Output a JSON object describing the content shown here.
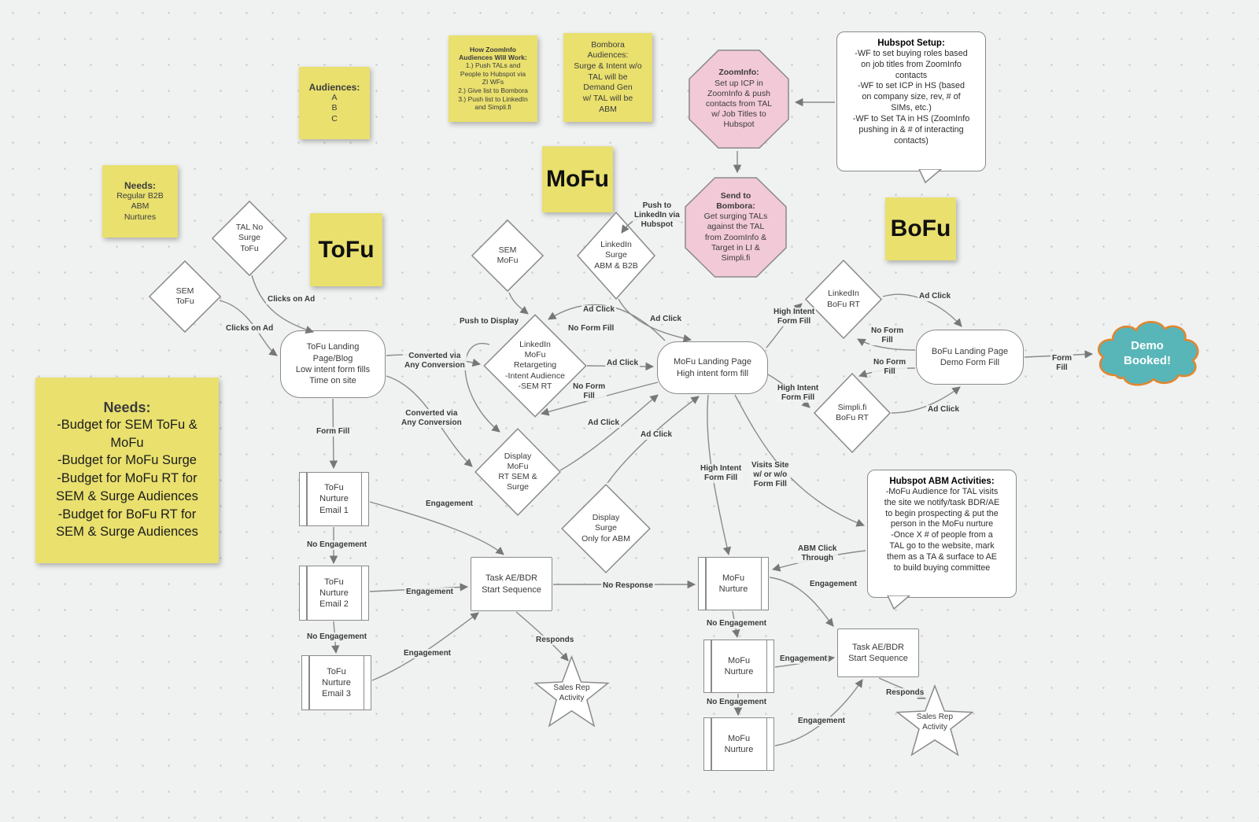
{
  "sticky_notes": {
    "audiences": {
      "title": "Audiences:",
      "body": "A\nB\nC"
    },
    "how_zoominfo": {
      "title": "How ZoomInfo\nAudiences Will Work:",
      "body": "1.) Push TALs and\nPeople to Hubspot via\nZI WFs\n2.) Give list to Bombora\n3.) Push list to LinkedIn\nand Simpli.fi"
    },
    "bombora_audiences": {
      "body": "Bombora\nAudiences:\nSurge & Intent w/o\nTAL will be\nDemand Gen\nw/ TAL will be\nABM"
    },
    "needs_small": {
      "title": "Needs:",
      "body": "Regular B2B\nABM\nNurtures"
    },
    "tofu": {
      "label": "ToFu"
    },
    "mofu": {
      "label": "MoFu"
    },
    "bofu": {
      "label": "BoFu"
    },
    "needs_big": {
      "title": "Needs:",
      "body": "-Budget for SEM ToFu &\nMoFu\n-Budget for MoFu Surge\n-Budget for MoFu RT for\nSEM & Surge Audiences\n-Budget for BoFu RT for\nSEM & Surge Audiences"
    }
  },
  "octagons": {
    "zoominfo": {
      "title": "ZoomInfo:",
      "body": "Set up ICP in\nZoomInfo & push\ncontacts from TAL\nw/ Job Titles to\nHubspot"
    },
    "send_to_bombora": {
      "title": "Send to\nBombora:",
      "body": "Get surging TALs\nagainst the TAL\nfrom ZoomInfo &\nTarget in LI &\nSimpli.fi"
    }
  },
  "callouts": {
    "hubspot_setup": {
      "title": "Hubspot Setup:",
      "body": "-WF to set buying roles based\non job titles from ZoomInfo\ncontacts\n-WF to set ICP in HS (based\non company size, rev, # of\nSIMs, etc.)\n-WF to Set TA in HS (ZoomInfo\npushing in & # of interacting\ncontacts)"
    },
    "hubspot_abm": {
      "title": "Hubspot ABM Activities:",
      "body": "-MoFu Audience for TAL visits\nthe site we notify/task BDR/AE\nto begin prospecting & put the\nperson in the MoFu nurture\n-Once X # of people from a\nTAL go to the website, mark\nthem as a TA & surface to AE\nto build buying committee"
    }
  },
  "diamonds": {
    "tal_no_surge_tofu": {
      "label": "TAL No\nSurge\nToFu"
    },
    "sem_tofu": {
      "label": "SEM\nToFu"
    },
    "sem_mofu": {
      "label": "SEM\nMoFu"
    },
    "linkedin_surge": {
      "label": "LinkedIn\nSurge\nABM & B2B"
    },
    "linkedin_mofu_retargeting": {
      "label": "LinkedIn\nMoFu\nRetargeting\n-Intent Audience\n-SEM RT"
    },
    "display_mofu_rt": {
      "label": "Display\nMoFu\nRT SEM &\nSurge"
    },
    "display_surge": {
      "label": "Display\nSurge\nOnly for ABM"
    },
    "linkedin_bofu_rt": {
      "label": "LinkedIn\nBoFu RT"
    },
    "simplifi_bofu_rt": {
      "label": "Simpli.fi\nBoFu RT"
    }
  },
  "terminators": {
    "tofu_landing": {
      "label": "ToFu Landing\nPage/Blog\nLow intent form fills\nTime on site"
    },
    "mofu_landing": {
      "label": "MoFu Landing Page\nHigh intent form fill"
    },
    "bofu_landing": {
      "label": "BoFu Landing Page\nDemo Form Fill"
    }
  },
  "processes": {
    "tofu_nurture_1": {
      "label": "ToFu\nNurture\nEmail 1"
    },
    "tofu_nurture_2": {
      "label": "ToFu\nNurture\nEmail 2"
    },
    "tofu_nurture_3": {
      "label": "ToFu\nNurture\nEmail 3"
    },
    "mofu_nurture_1": {
      "label": "MoFu\nNurture"
    },
    "mofu_nurture_2": {
      "label": "MoFu\nNurture"
    },
    "mofu_nurture_3": {
      "label": "MoFu\nNurture"
    },
    "task_ae_bdr_1": {
      "label": "Task AE/BDR\nStart Sequence"
    },
    "task_ae_bdr_2": {
      "label": "Task AE/BDR\nStart Sequence"
    }
  },
  "stars": {
    "sales_rep_1": {
      "label": "Sales Rep\nActivity"
    },
    "sales_rep_2": {
      "label": "Sales Rep\nActivity"
    }
  },
  "cloud": {
    "demo_booked": {
      "label": "Demo\nBooked!"
    }
  },
  "edge_labels": [
    "Clicks on Ad",
    "Clicks on Ad",
    "Push to Display",
    "Converted via\nAny Conversion",
    "Converted via\nAny Conversion",
    "Form Fill",
    "Ad Click",
    "No Form Fill",
    "Ad Click",
    "Ad Click",
    "No Form\nFill",
    "Ad Click",
    "Ad Click",
    "Push to\nLinkedIn via\nHubspot",
    "High Intent\nForm Fill",
    "No Form\nFill",
    "No Form\nFill",
    "High Intent\nForm Fill",
    "Ad Click",
    "Ad Click",
    "Form\nFill",
    "High Intent\nForm Fill",
    "Visits Site\nw/ or w/o\nForm Fill",
    "Engagement",
    "No Engagement",
    "Engagement",
    "No Engagement",
    "Engagement",
    "No Response",
    "Responds",
    "ABM Click\nThrough",
    "Engagement",
    "No Engagement",
    "Engagement",
    "No Engagement",
    "Engagement",
    "Responds"
  ],
  "colors": {
    "sticky_yellow": "#e9e06e",
    "octagon_pink": "#f2c9d6",
    "cloud_teal": "#58b6b9",
    "cloud_border": "#e2862f",
    "shape_border": "#8a8a8a"
  }
}
